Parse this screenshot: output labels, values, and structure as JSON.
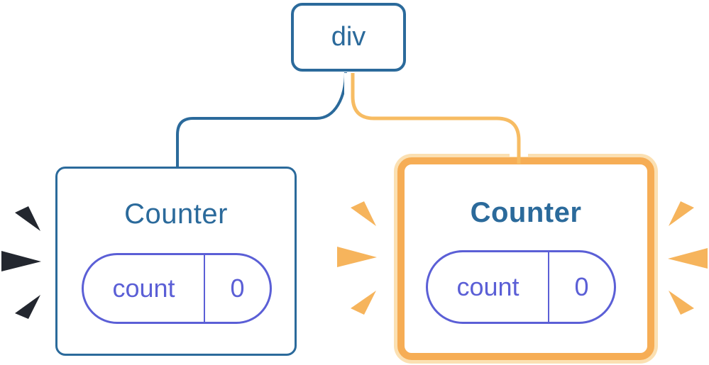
{
  "diagram": {
    "root_node": {
      "label": "div"
    },
    "nodes": [
      {
        "label": "Counter",
        "weight": "regular",
        "highlighted": false,
        "state_pill": {
          "key": "count",
          "value": "0"
        },
        "sparkle_color_name": "navy"
      },
      {
        "label": "Counter",
        "weight": "bold",
        "highlighted": true,
        "state_pill": {
          "key": "count",
          "value": "0"
        },
        "sparkle_color_name": "orange"
      }
    ]
  },
  "colors": {
    "blue": "#2B6A9B",
    "navy": "#23272F",
    "purple": "#5B5FD6",
    "orange-border": "#F6AD55",
    "orange-ring": "#FBE0B2",
    "orange-core": "#F7BC63",
    "orange-sparkle": "#F6B45C",
    "background": "#FFFFFF"
  }
}
